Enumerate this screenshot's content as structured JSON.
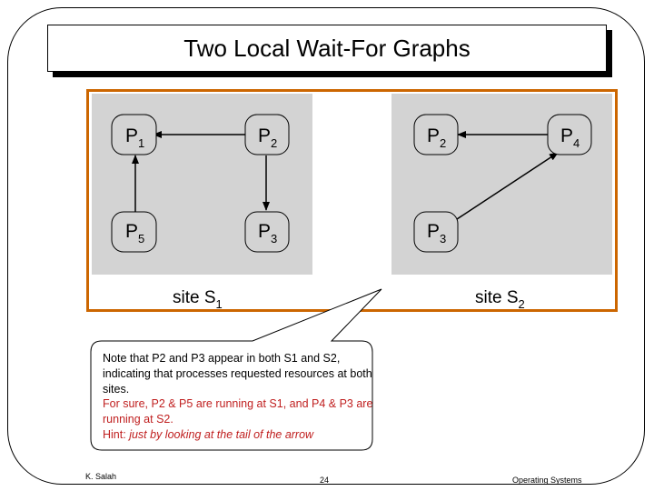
{
  "slide": {
    "title": "Two Local Wait-For Graphs"
  },
  "figure": {
    "site1": {
      "label_prefix": "site S",
      "label_sub": "1",
      "nodes": [
        {
          "id": "P1",
          "main": "P",
          "sub": "1"
        },
        {
          "id": "P2",
          "main": "P",
          "sub": "2"
        },
        {
          "id": "P5",
          "main": "P",
          "sub": "5"
        },
        {
          "id": "P3",
          "main": "P",
          "sub": "3"
        }
      ],
      "edges": [
        {
          "from": "P2",
          "to": "P1"
        },
        {
          "from": "P5",
          "to": "P1"
        },
        {
          "from": "P2",
          "to": "P3"
        }
      ]
    },
    "site2": {
      "label_prefix": "site S",
      "label_sub": "2",
      "nodes": [
        {
          "id": "P2",
          "main": "P",
          "sub": "2"
        },
        {
          "id": "P4",
          "main": "P",
          "sub": "4"
        },
        {
          "id": "P3",
          "main": "P",
          "sub": "3"
        }
      ],
      "edges": [
        {
          "from": "P4",
          "to": "P2"
        },
        {
          "from": "P3",
          "to": "P4"
        }
      ]
    },
    "colors": {
      "border": "#cc6600",
      "panel": "#d3d3d3",
      "node": "#d3d3d3"
    }
  },
  "note": {
    "black_text": "Note that P2 and P3 appear in both S1 and S2, indicating that processes requested resources at both sites.",
    "red_text": "For sure, P2 & P5 are running at S1, and P4 & P3 are running at S2.",
    "hint_prefix": "Hint: ",
    "hint_italic": "just by looking at the tail of the arrow"
  },
  "footer": {
    "author": "K. Salah",
    "page": "24",
    "course": "Operating Systems"
  }
}
